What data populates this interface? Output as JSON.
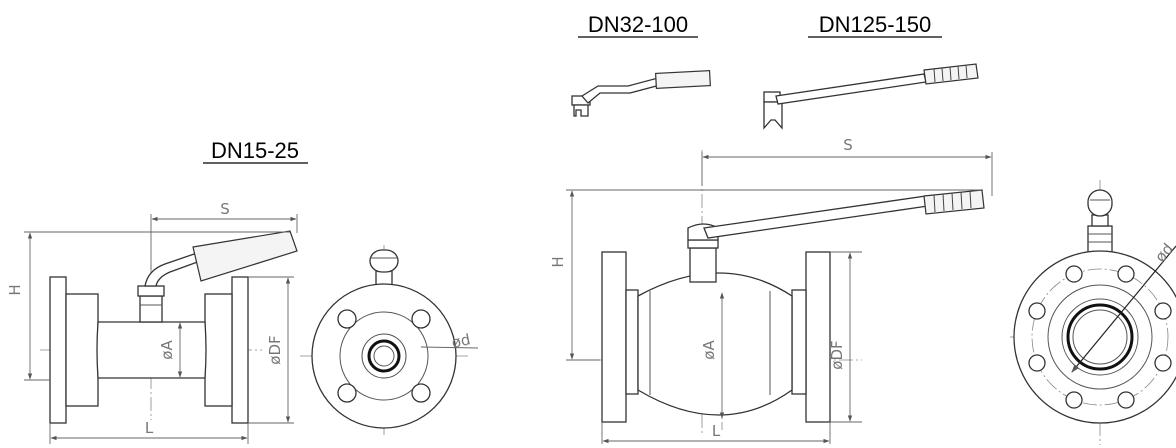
{
  "titles": {
    "small": "DN15-25",
    "medium": "DN32-100",
    "large": "DN125-150"
  },
  "dims": {
    "s": "S",
    "h": "H",
    "l": "L",
    "a": "øA",
    "df": "øDF",
    "d": "ød"
  },
  "colors": {
    "stroke": "#333333",
    "dimension": "#777777",
    "background": "#ffffff"
  }
}
